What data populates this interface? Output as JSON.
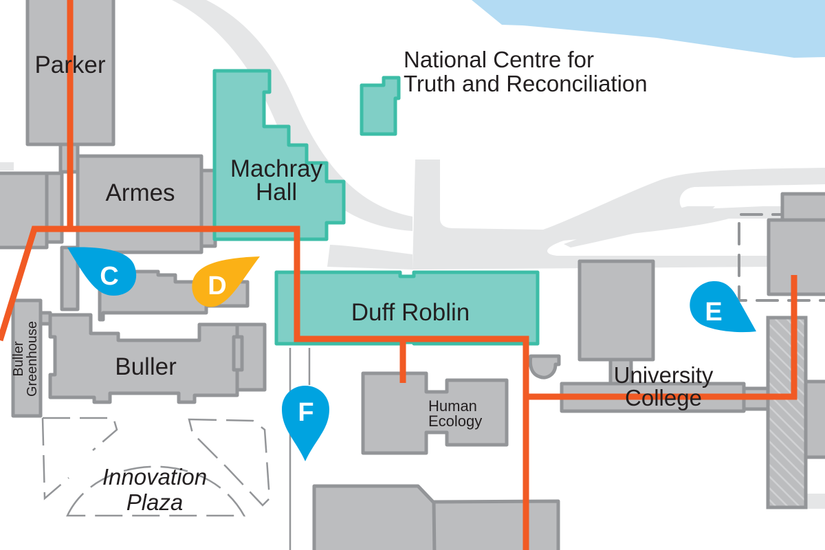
{
  "colors": {
    "background": "#ffffff",
    "water": "#b3dbf3",
    "road": "#e5e6e7",
    "building_fill": "#bcbdbf",
    "building_stroke": "#939598",
    "highlight_fill": "#80cfc6",
    "highlight_stroke": "#3dbda7",
    "route": "#f15a24",
    "marker_blue": "#00a3e0",
    "marker_yellow": "#fbb116",
    "label": "#231f20"
  },
  "buildings": {
    "parker": {
      "label": "Parker"
    },
    "armes": {
      "label": "Armes"
    },
    "machray": {
      "line1": "Machray",
      "line2": "Hall"
    },
    "nctr": {
      "line1": "National Centre for",
      "line2": "Truth and Reconciliation"
    },
    "duff_roblin": {
      "label": "Duff Roblin"
    },
    "buller": {
      "label": "Buller"
    },
    "buller_greenhouse": {
      "line1": "Buller",
      "line2": "Greenhouse"
    },
    "human_ecology": {
      "line1": "Human",
      "line2": "Ecology"
    },
    "university_college": {
      "line1": "University",
      "line2": "College"
    }
  },
  "areas": {
    "innovation_plaza": {
      "line1": "Innovation",
      "line2": "Plaza"
    }
  },
  "markers": [
    {
      "id": "C",
      "label": "C",
      "color": "#00a3e0"
    },
    {
      "id": "D",
      "label": "D",
      "color": "#fbb116"
    },
    {
      "id": "E",
      "label": "E",
      "color": "#00a3e0"
    },
    {
      "id": "F",
      "label": "F",
      "color": "#00a3e0"
    }
  ]
}
